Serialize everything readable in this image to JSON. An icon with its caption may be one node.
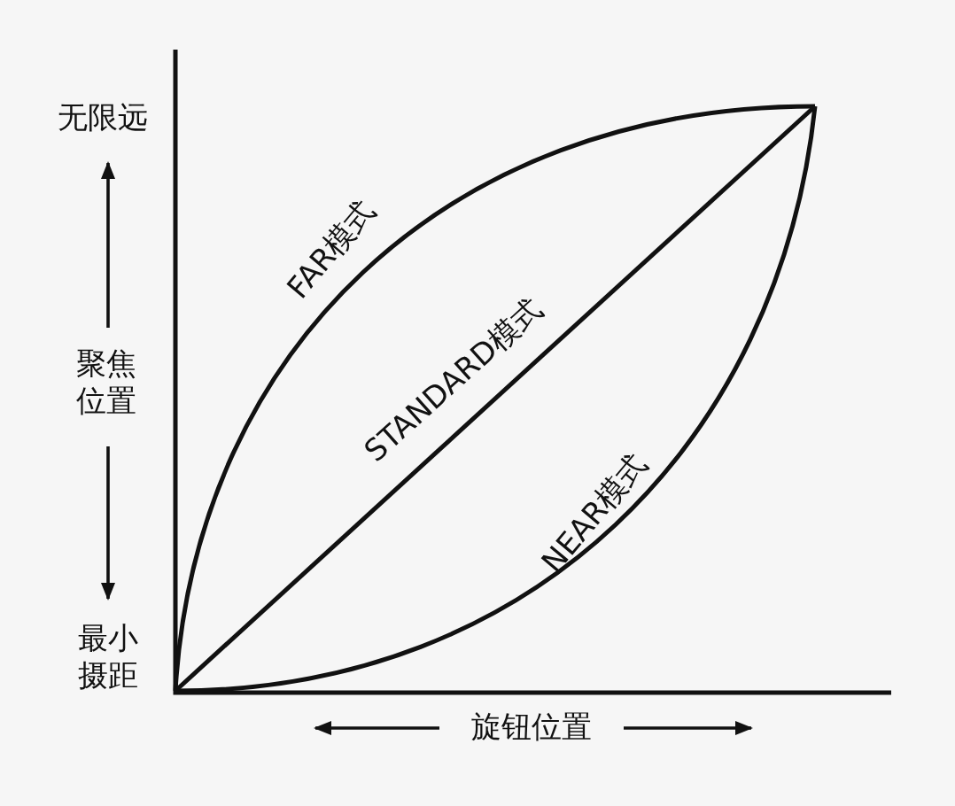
{
  "diagram": {
    "labels": [
      "无限远",
      "聚焦位置",
      "最小摄距",
      "FAR模式",
      "STANDARD模式",
      "NEAR模式",
      "旋钮位置"
    ]
  }
}
